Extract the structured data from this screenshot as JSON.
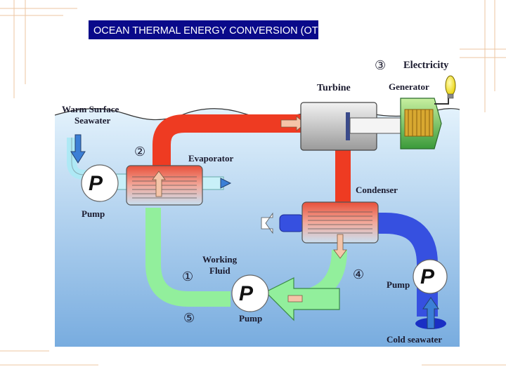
{
  "slide": {
    "title": "OCEAN THERMAL ENERGY CONVERSION (OTEC)"
  },
  "diagram": {
    "labels": {
      "electricity": "Electricity",
      "generator": "Generator",
      "turbine": "Turbine",
      "warm_surface_seawater_line1": "Warm Surface",
      "warm_surface_seawater_line2": "Seawater",
      "evaporator": "Evaporator",
      "condenser": "Condenser",
      "pump_left": "Pump",
      "working_fluid_line1": "Working",
      "working_fluid_line2": "Fluid",
      "pump_bottom": "Pump",
      "pump_right": "Pump",
      "cold_seawater": "Cold seawater"
    },
    "pump_symbol": "P",
    "step_numbers": [
      "①",
      "②",
      "③",
      "④",
      "⑤"
    ],
    "colors": {
      "sky": "#ffffff",
      "sea_top": "#dbeefa",
      "sea_bottom": "#7fb3e6",
      "hot_pipe": "#ee3b22",
      "liquid_pipe": "#92ef9c",
      "cold_pipe": "#3650e0",
      "title_bg": "#0a0a8a"
    }
  }
}
